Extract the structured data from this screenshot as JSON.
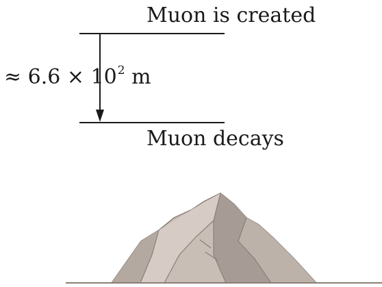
{
  "labels": {
    "created": "Muon is created",
    "decays": "Muon decays"
  },
  "distance": {
    "prefix": "≈ 6.6 × 10",
    "exponent": "2",
    "unit": " m"
  },
  "colors": {
    "ink": "#1a1a1a",
    "mountain_light": "#d2c8c1",
    "mountain_mid": "#b9aea6",
    "mountain_dark": "#9a8f88",
    "mountain_edge": "#8a7f78"
  },
  "icons": {
    "mountain": "mountain-illustration",
    "arrow": "down-arrow-icon"
  }
}
